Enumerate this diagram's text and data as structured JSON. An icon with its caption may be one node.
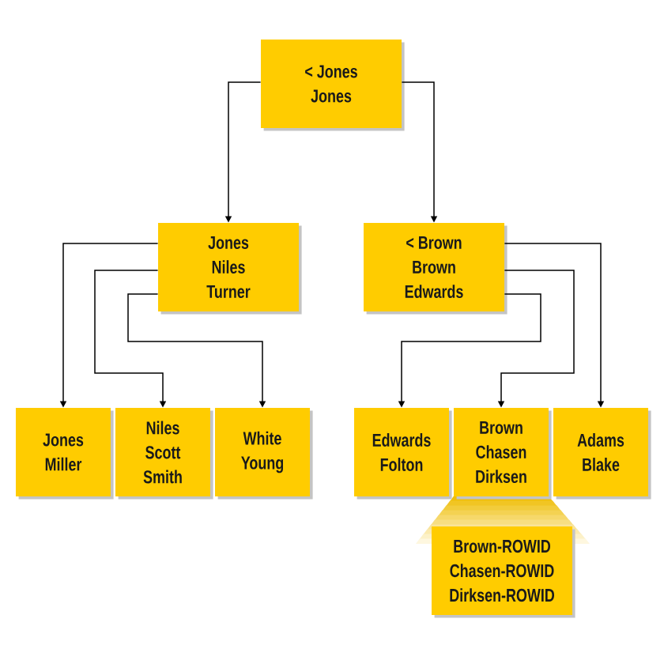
{
  "diagram": {
    "nodes": [
      {
        "text": [
          "< Jones",
          "Jones"
        ]
      },
      {
        "text": [
          "Jones",
          "Niles",
          "Turner"
        ]
      },
      {
        "text": [
          "< Brown",
          "Brown",
          "Edwards"
        ]
      },
      {
        "text": [
          "Jones",
          "Miller"
        ]
      },
      {
        "text": [
          "Niles",
          "Scott",
          "Smith"
        ]
      },
      {
        "text": [
          "White",
          "Young"
        ]
      },
      {
        "text": [
          "Edwards",
          "Folton"
        ]
      },
      {
        "text": [
          "Brown",
          "Chasen",
          "Dirksen"
        ]
      },
      {
        "text": [
          "Adams",
          "Blake"
        ]
      },
      {
        "text": [
          "Brown-ROWID",
          "Chasen-ROWID",
          "Dirksen-ROWID"
        ]
      }
    ],
    "edges": [
      {
        "from": 0,
        "to": 1,
        "arrow": "to"
      },
      {
        "from": 0,
        "to": 2,
        "arrow": "to"
      },
      {
        "from": 1,
        "to": 3,
        "arrow": "to"
      },
      {
        "from": 1,
        "to": 4,
        "arrow": "to"
      },
      {
        "from": 1,
        "to": 5,
        "arrow": "to"
      },
      {
        "from": 2,
        "to": 6,
        "arrow": "to"
      },
      {
        "from": 2,
        "to": 7,
        "arrow": "to"
      },
      {
        "from": 2,
        "to": 8,
        "arrow": "to"
      }
    ]
  }
}
